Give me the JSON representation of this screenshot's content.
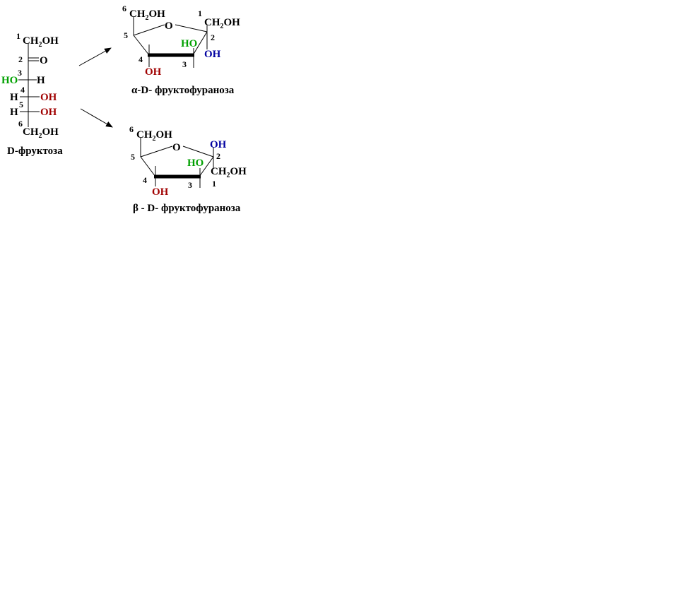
{
  "colors": {
    "black": "#000000",
    "green": "#00a000",
    "red": "#a00000",
    "blue": "#0000a0"
  },
  "chain": {
    "n1": "1",
    "n2": "2",
    "n3": "3",
    "n4": "4",
    "n5": "5",
    "n6": "6",
    "top_ch": "CH",
    "top_sub": "2",
    "top_oh": "OH",
    "c2_o": "O",
    "c3_left": "HO",
    "c3_right": "H",
    "c4_left": "H",
    "c4_right": "OH",
    "c5_left": "H",
    "c5_right": "OH",
    "bottom_ch": "CH",
    "bottom_sub": "2",
    "bottom_oh": "OH",
    "caption": "D-фруктоза"
  },
  "alpha": {
    "n6": "6",
    "n5": "5",
    "n4": "4",
    "n3": "3",
    "n2": "2",
    "n1": "1",
    "c6_ch": "CH",
    "c6_sub": "2",
    "c6_oh": "OH",
    "ring_o": "O",
    "c1_ch": "CH",
    "c1_sub": "2",
    "c1_oh": "OH",
    "c3_ho": "HO",
    "c2_oh": "OH",
    "c4_oh": "OH",
    "caption": "α-D- фруктофураноза"
  },
  "beta": {
    "n6": "6",
    "n5": "5",
    "n4": "4",
    "n3": "3",
    "n2": "2",
    "n1": "1",
    "c6_ch": "CH",
    "c6_sub": "2",
    "c6_oh": "OH",
    "ring_o": "O",
    "c2_oh": "OH",
    "c3_ho": "HO",
    "c1_ch": "CH",
    "c1_sub": "2",
    "c1_oh": "OH",
    "c4_oh": "OH",
    "caption": "β - D- фруктофураноза"
  }
}
